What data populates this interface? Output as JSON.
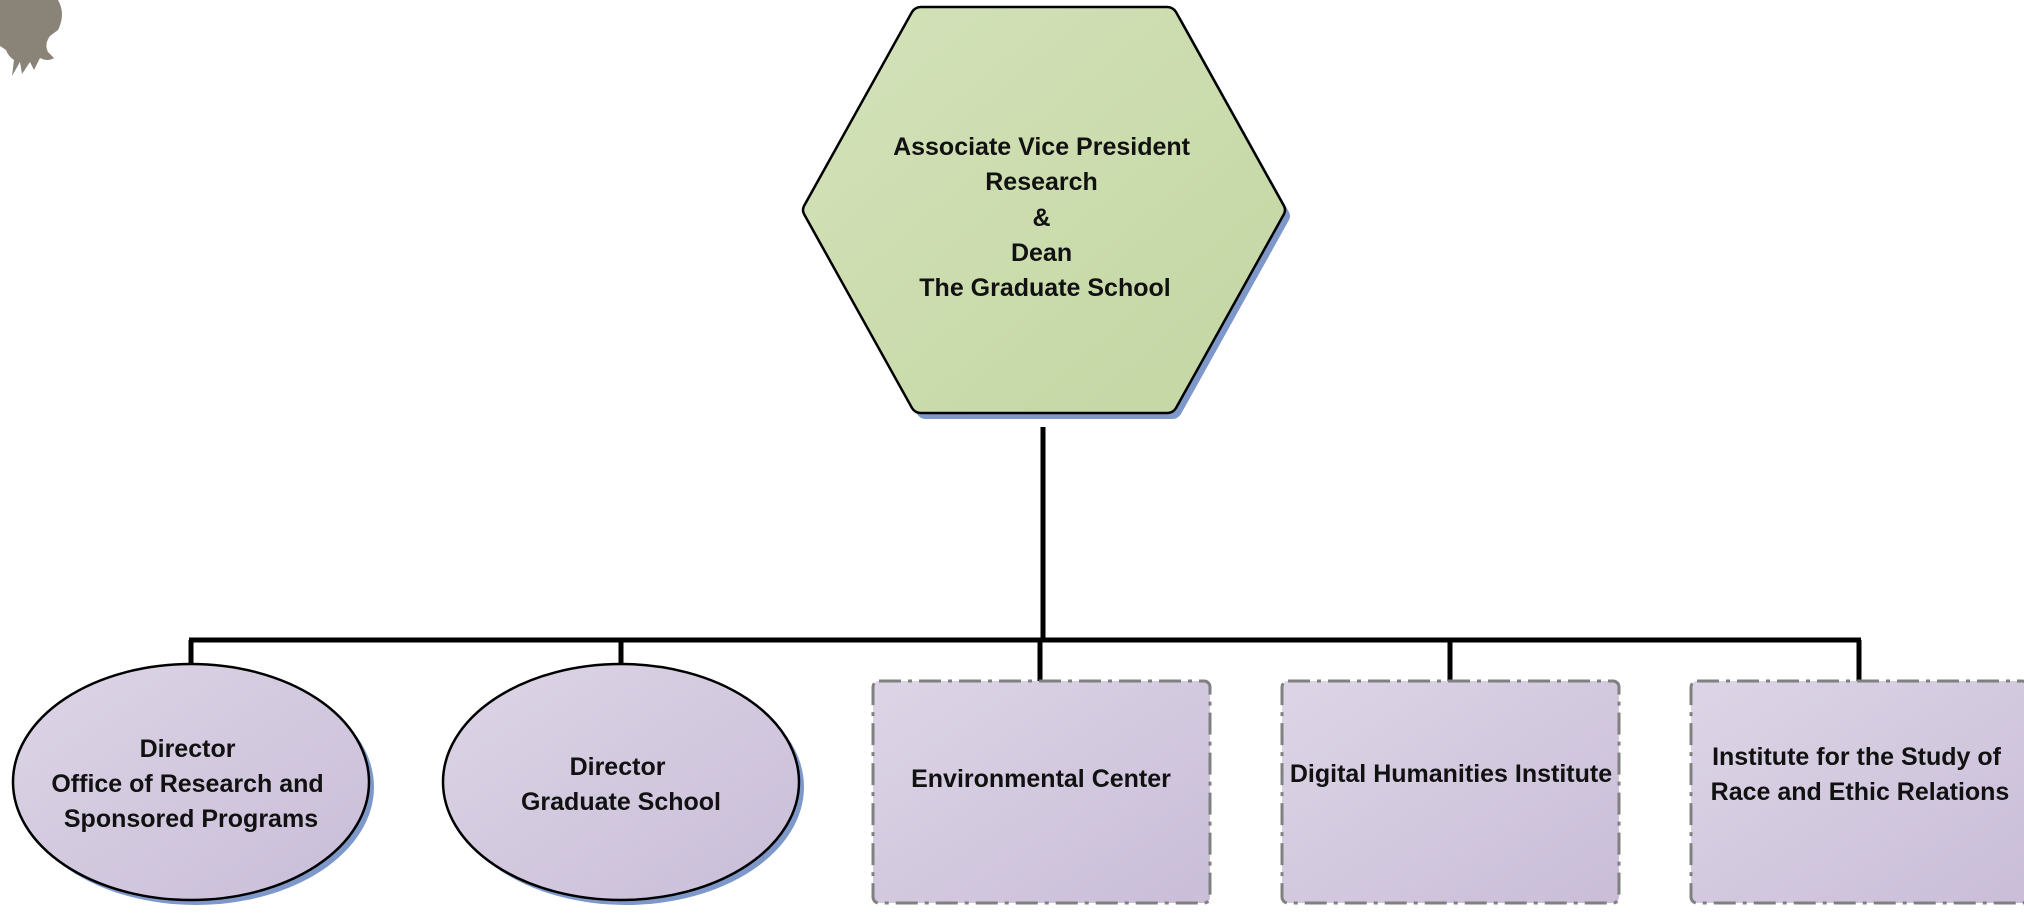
{
  "chart": {
    "root": {
      "id": "avp",
      "lines": [
        "Associate Vice President",
        "Research",
        "&",
        "Dean",
        "The Graduate School"
      ]
    },
    "children": [
      {
        "id": "orsp",
        "shape": "ellipse",
        "lines": [
          "Director",
          "Office of Research and",
          "Sponsored Programs"
        ]
      },
      {
        "id": "grad",
        "shape": "ellipse",
        "lines": [
          "Director",
          "Graduate School"
        ]
      },
      {
        "id": "env",
        "shape": "dashed-rect",
        "lines": [
          "Environmental Center"
        ]
      },
      {
        "id": "dhi",
        "shape": "dashed-rect",
        "lines": [
          "Digital Humanities Institute"
        ]
      },
      {
        "id": "isrer",
        "shape": "dashed-rect",
        "lines": [
          "Institute for the Study of",
          "Race and Ethic Relations"
        ]
      }
    ]
  },
  "colors": {
    "root_fill_light": "#d4e2ba",
    "root_fill_dark": "#c3d6a2",
    "child_fill_light": "#ddd5e6",
    "child_fill_dark": "#c9bdd8",
    "shadow": "#7d98c9",
    "connector": "#000000",
    "dashed_border": "#808080",
    "logo": "#8a8378"
  },
  "icons": {
    "logo": "eagle-talon-logo-icon"
  }
}
